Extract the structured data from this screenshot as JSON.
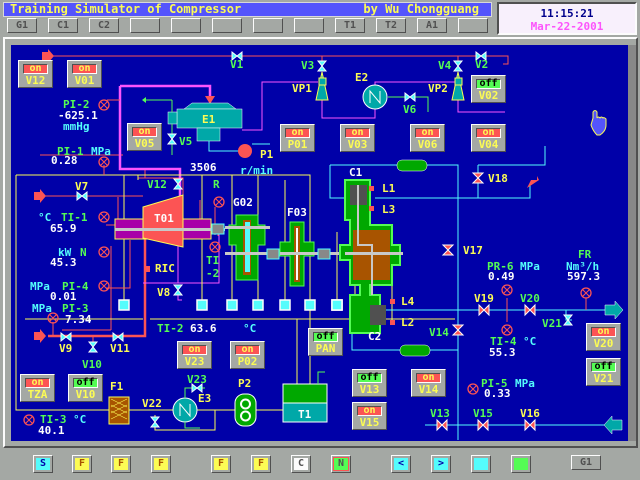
{
  "header": {
    "title": "Training Simulator of Compressor",
    "author": "by Wu Chongguang",
    "nav_buttons": [
      "G1",
      "C1",
      "C2",
      "",
      "",
      "",
      "",
      "",
      "T1",
      "T2",
      "A1",
      ""
    ]
  },
  "clock": {
    "time": "11:15:21",
    "date": "Mar-22-2001"
  },
  "toggles": [
    {
      "state": "on",
      "label": "V12"
    },
    {
      "state": "on",
      "label": "V01"
    },
    {
      "state": "on",
      "label": "V05"
    },
    {
      "state": "on",
      "label": "P01"
    },
    {
      "state": "on",
      "label": "V03"
    },
    {
      "state": "on",
      "label": "V06"
    },
    {
      "state": "on",
      "label": "V04"
    },
    {
      "state": "off",
      "label": "V02"
    },
    {
      "state": "on",
      "label": "V23"
    },
    {
      "state": "on",
      "label": "P02"
    },
    {
      "state": "off",
      "label": "PAN"
    },
    {
      "state": "on",
      "label": "TZA"
    },
    {
      "state": "off",
      "label": "V10"
    },
    {
      "state": "off",
      "label": "V13"
    },
    {
      "state": "on",
      "label": "V14"
    },
    {
      "state": "on",
      "label": "V15"
    },
    {
      "state": "on",
      "label": "V20"
    },
    {
      "state": "off",
      "label": "V21"
    }
  ],
  "valves": {
    "v1": "V1",
    "v2": "V2",
    "v3": "V3",
    "v4": "V4",
    "v5": "V5",
    "v6": "V6",
    "v7": "V7",
    "v8": "V8",
    "v9": "V9",
    "v10": "V10",
    "v11": "V11",
    "v12": "V12",
    "v13": "V13",
    "v14": "V14",
    "v15": "V15",
    "v16": "V16",
    "v17": "V17",
    "v18": "V18",
    "v19": "V19",
    "v20": "V20",
    "v21": "V21",
    "v22": "V22",
    "v23": "V23",
    "vp1": "VP1",
    "vp2": "VP2"
  },
  "equipment": {
    "e1": "E1",
    "e2": "E2",
    "e3": "E3",
    "p1": "P1",
    "p2": "P2",
    "t01": "T01",
    "g02": "G02",
    "f03": "F03",
    "c1": "C1",
    "c2": "C2",
    "f1": "F1",
    "t1": "T1",
    "r": "R",
    "ric": "RIC",
    "l1": "L1",
    "l2": "L2",
    "l3": "L3",
    "l4": "L4"
  },
  "instruments": {
    "pi2": {
      "tag": "PI-2",
      "value": "-625.1",
      "unit": "mmHg"
    },
    "pi1": {
      "tag": "PI-1",
      "unit": "MPa",
      "value": "0.28"
    },
    "speed": {
      "value": "3506",
      "unit": "r/min"
    },
    "ti1": {
      "unit": "°C",
      "tag": "TI-1",
      "value": "65.9"
    },
    "n": {
      "unit": "kW",
      "tag": "N",
      "value": "45.3"
    },
    "ti2a": {
      "tag1": "TI",
      "tag2": "-2"
    },
    "pi4": {
      "unit": "MPa",
      "tag": "PI-4",
      "value": "0.01"
    },
    "pi3": {
      "unit": "MPa",
      "tag": "PI-3",
      "value": "7.34"
    },
    "ti2": {
      "tag": "TI-2",
      "value": "63.6",
      "unit": "°C"
    },
    "pr6": {
      "tag": "PR-6",
      "unit": "MPa",
      "value": "0.49"
    },
    "fr": {
      "tag": "FR",
      "unit": "Nm³/h",
      "value": "597.3"
    },
    "ti4": {
      "tag": "TI-4",
      "unit": "°C",
      "value": "55.3"
    },
    "pi5": {
      "tag": "PI-5",
      "unit": "MPa",
      "value": "0.33"
    },
    "ti3": {
      "tag": "TI-3",
      "unit": "°C",
      "value": "40.1"
    }
  },
  "toolbar": [
    {
      "label": "S",
      "bg": "#54fcfc",
      "fg": "#0000a8"
    },
    {
      "label": "F",
      "bg": "#fcfc54",
      "fg": "#a85400"
    },
    {
      "label": "F",
      "bg": "#fcfc54",
      "fg": "#a85400"
    },
    {
      "label": "F",
      "bg": "#fcfc54",
      "fg": "#a85400"
    },
    {
      "label": "F",
      "bg": "#fcfc54",
      "fg": "#a85400"
    },
    {
      "label": "F",
      "bg": "#fcfc54",
      "fg": "#a85400"
    },
    {
      "label": "C",
      "bg": "#fcfcfc",
      "fg": "#505050"
    },
    {
      "label": "N",
      "bg": "#54fc54",
      "fg": "#505050"
    },
    {
      "label": "<",
      "bg": "#54fcfc",
      "fg": "#0000a8"
    },
    {
      "label": ">",
      "bg": "#54fcfc",
      "fg": "#0000a8"
    },
    {
      "label": "",
      "bg": "#54fcfc",
      "fg": "#000"
    },
    {
      "label": "",
      "bg": "#54fc54",
      "fg": "#000"
    }
  ],
  "toolbar_page": "G1"
}
